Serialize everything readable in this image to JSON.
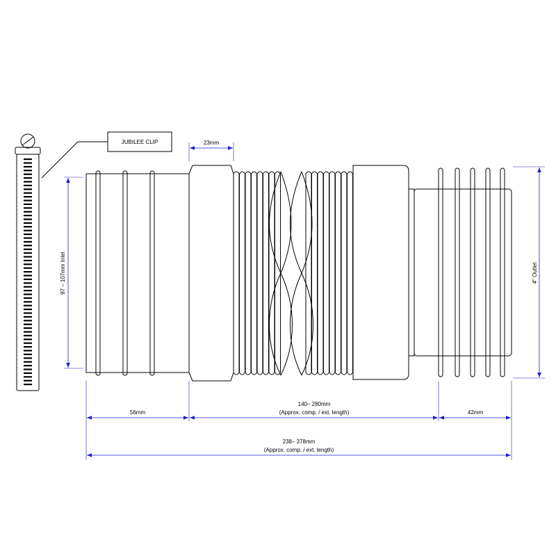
{
  "labels": {
    "jubilee_clip": "JUBILEE CLIP",
    "dim_23": "23mm",
    "inlet": "97 – 107mm Inlet",
    "outlet": "4\" Outlet",
    "dim_56": "56mm",
    "mid_1": "140– 280mm",
    "mid_2": "(Approx. comp. / ext. length)",
    "dim_42": "42mm",
    "total_1": "238– 378mm",
    "total_2": "(Approx. comp. / ext. length)"
  },
  "colors": {
    "line": "#000000",
    "dimension": "#1f1fcc"
  }
}
